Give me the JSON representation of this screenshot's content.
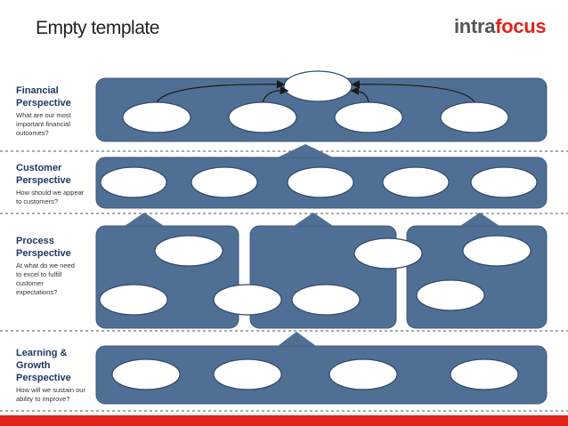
{
  "header": {
    "title": "Empty template",
    "logo_part1": "intra",
    "logo_part2": "focus"
  },
  "perspectives": [
    {
      "name": "Financial Perspective",
      "question": "What are our most important financial outcomes?"
    },
    {
      "name": "Customer Perspective",
      "question": "How should we appear to customers?"
    },
    {
      "name": "Process Perspective",
      "question": "At what do we need to excel to fulfill customer expectations?"
    },
    {
      "name": "Learning & Growth Perspective",
      "question": "How will we sustain our ability to improve?"
    }
  ],
  "colors": {
    "band": "#506f94",
    "band_stroke": "#3f5a7c",
    "bubble": "#ffffff",
    "bubble_stroke": "#2f4a6b",
    "accent": "#e2231a",
    "divider": "#555555"
  }
}
